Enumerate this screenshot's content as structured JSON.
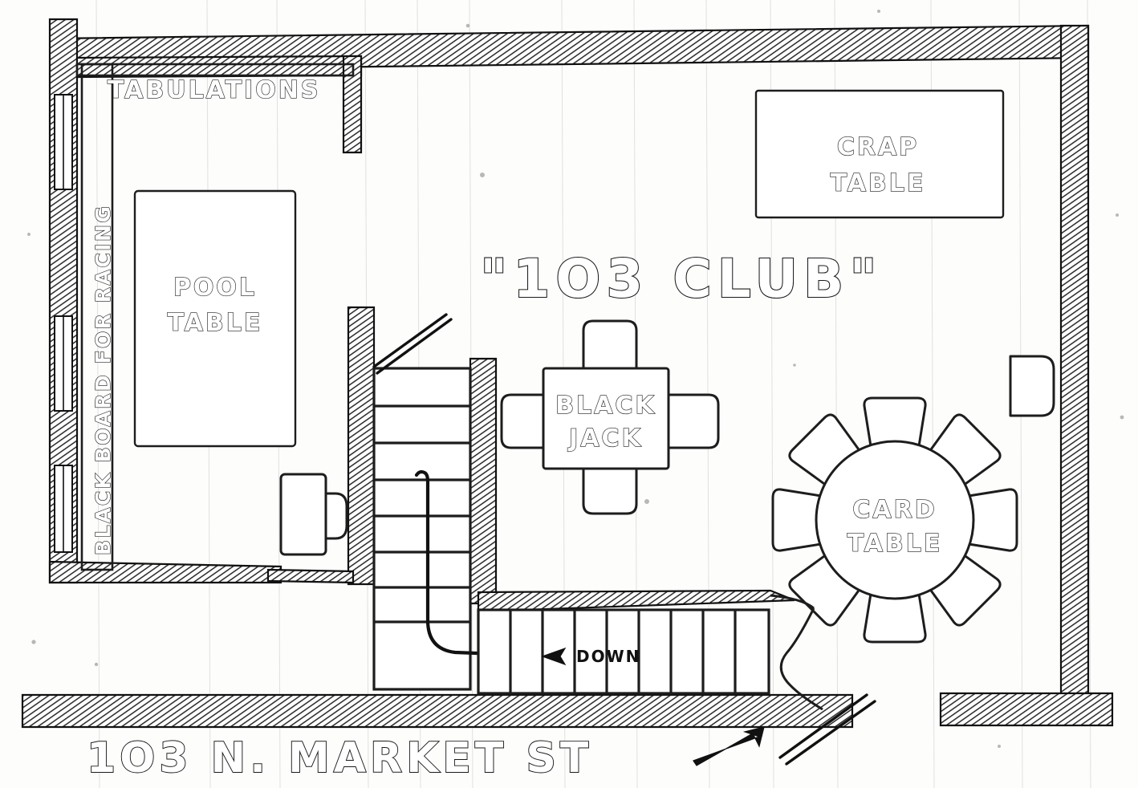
{
  "document": {
    "kind": "hand-drawn architectural floor plan",
    "title": "\"103 CLUB\"",
    "street_address": "103 N. MARKET ST"
  },
  "labels": {
    "title": "\"1O3 CLUB\"",
    "tabulations": "TABULATIONS",
    "blackboard": "BLACK BOARD FOR RACING",
    "pool_table_line1": "POOL",
    "pool_table_line2": "TABLE",
    "crap_table_line1": "CRAP",
    "crap_table_line2": "TABLE",
    "black_jack_line1": "BLACK",
    "black_jack_line2": "JACK",
    "card_table_line1": "CARD",
    "card_table_line2": "TABLE",
    "stairs_down": "DOWN",
    "street": "1O3 N. MARKET ST"
  },
  "rooms": [
    {
      "name": "main-gaming-room",
      "features": [
        "blackboard-wall",
        "pool-table",
        "crap-table",
        "black-jack-table",
        "card-table",
        "stairs"
      ]
    }
  ],
  "furniture": [
    {
      "name": "pool-table",
      "label": "POOL TABLE",
      "shape": "rectangle",
      "seats": 0
    },
    {
      "name": "crap-table",
      "label": "CRAP TABLE",
      "shape": "rectangle",
      "seats": 0
    },
    {
      "name": "black-jack-table",
      "label": "BLACK JACK",
      "shape": "square",
      "seats": 4
    },
    {
      "name": "card-table",
      "label": "CARD TABLE",
      "shape": "circle",
      "seats": 8
    },
    {
      "name": "desk",
      "label": "",
      "shape": "rectangle",
      "seats": 1
    },
    {
      "name": "wall-chair",
      "label": "",
      "shape": "rounded",
      "seats": 1
    }
  ],
  "circulation": {
    "upper_stair_treads": 8,
    "lower_stair_treads": 9,
    "direction_label": "DOWN",
    "direction_arrow": "right",
    "entry_arrow": "up-right",
    "doors": 2
  },
  "colors": {
    "ink": "#1a1a1a",
    "paper": "#fdfdfc",
    "wall_hatch": "#3a3a3a"
  }
}
